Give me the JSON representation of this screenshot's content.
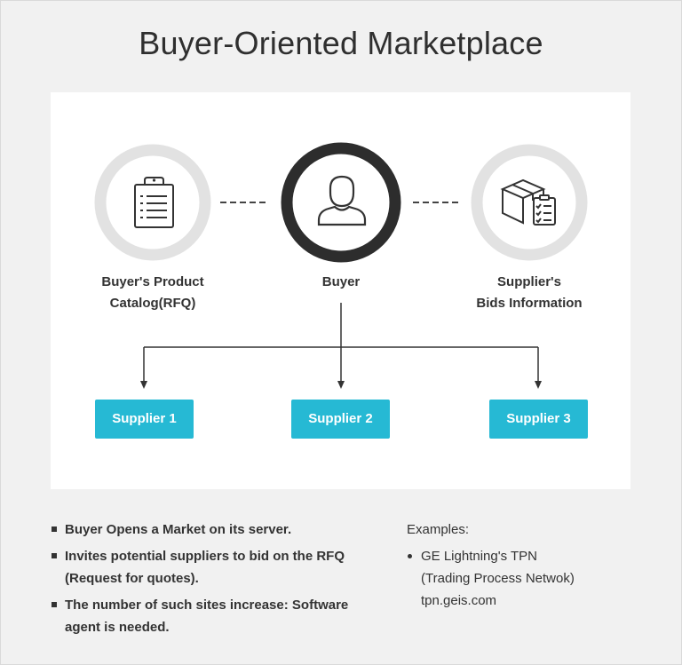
{
  "title": "Buyer-Oriented Marketplace",
  "nodes": {
    "catalog": {
      "label_line1": "Buyer's Product",
      "label_line2": "Catalog(RFQ)",
      "icon": "clipboard-icon"
    },
    "buyer": {
      "label": "Buyer",
      "icon": "person-icon"
    },
    "bids": {
      "label_line1": "Supplier's",
      "label_line2": "Bids Information",
      "icon": "box-checklist-icon"
    }
  },
  "suppliers": [
    "Supplier 1",
    "Supplier 2",
    "Supplier 3"
  ],
  "bullets": [
    "Buyer Opens a Market on its server.",
    "Invites potential suppliers to bid on the RFQ (Request for quotes).",
    "The number of such sites increase: Software agent is needed."
  ],
  "examples": {
    "heading": "Examples:",
    "line1": "GE Lightning's TPN",
    "line2": "(Trading Process Netwok)",
    "line3": "tpn.geis.com"
  },
  "colors": {
    "accent": "#26b9d4",
    "ring_light": "#e2e2e2",
    "ring_dark": "#2d2d2d",
    "background": "#f1f1f1",
    "card": "#ffffff"
  }
}
